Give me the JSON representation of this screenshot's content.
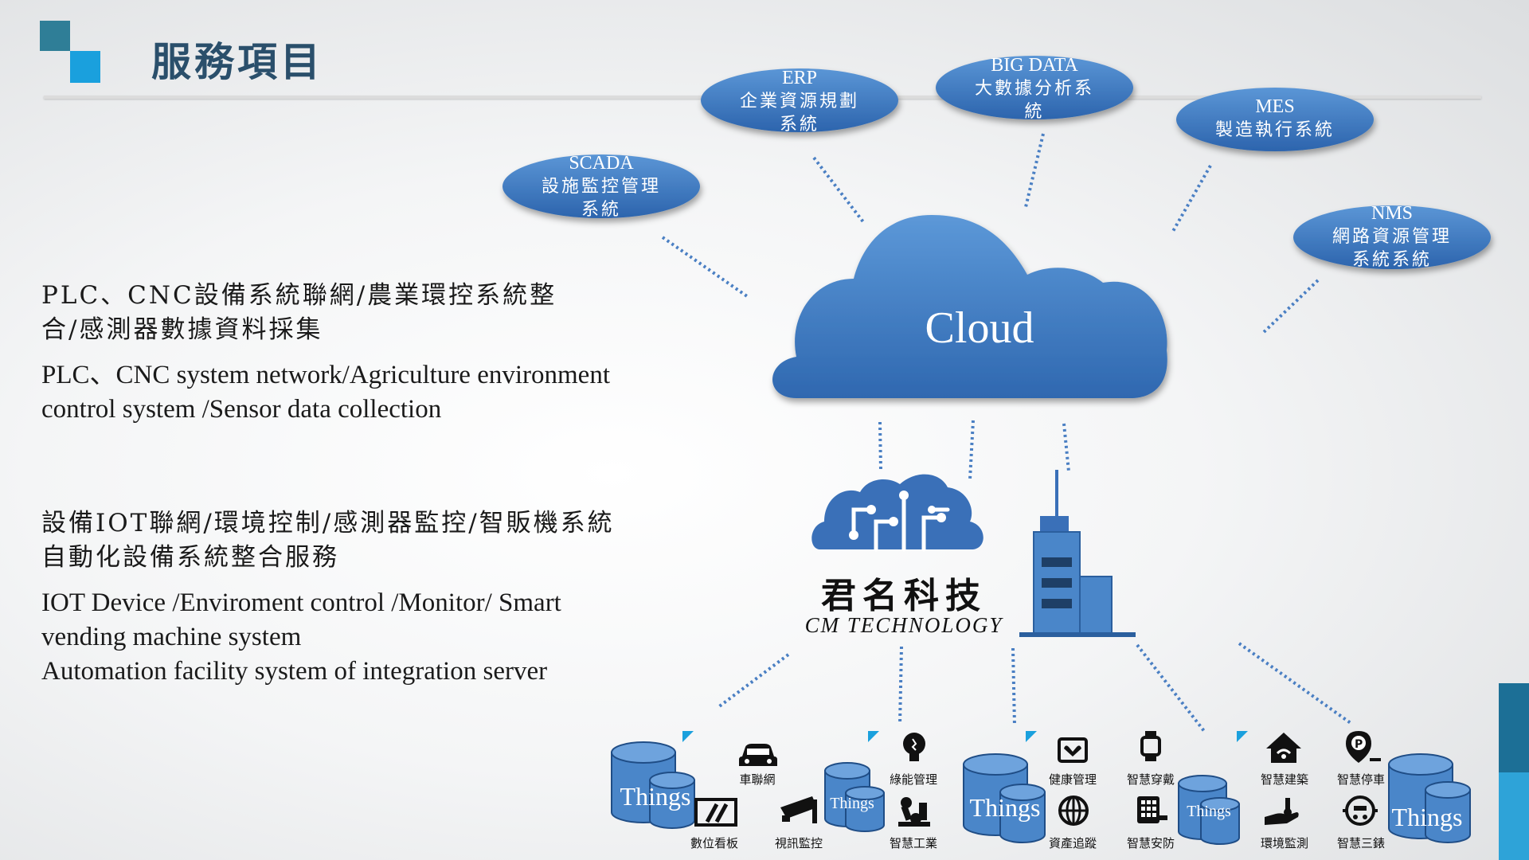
{
  "colors": {
    "accent_dark": "#2f7e97",
    "accent_light": "#1aa0dd",
    "node_fill": "#3f7cc4",
    "node_fill_light": "#5d97d6",
    "connector": "#4a7fc3",
    "title": "#2a4f6b"
  },
  "header": {
    "title": "服務項目"
  },
  "left_text": {
    "block1": {
      "cn_line1": "PLC、CNC設備系統聯網/農業環控系統整",
      "cn_line2": "合/感測器數據資料採集",
      "en_line1": "PLC、CNC system network/Agriculture environment",
      "en_line2": "control system /Sensor data collection"
    },
    "block2": {
      "cn_line1": "設備IOT聯網/環境控制/感測器監控/智販機系統",
      "cn_line2": "自動化設備系統整合服務",
      "en_line1": "IOT Device /Enviroment control /Monitor/ Smart",
      "en_line2": "vending machine system",
      "en_line3": "Automation facility system of integration server"
    }
  },
  "diagram": {
    "cloud_label": "Cloud",
    "systems": [
      {
        "en": "SCADA",
        "cn1": "設施監控管理",
        "cn2": "系統"
      },
      {
        "en": "ERP",
        "cn1": "企業資源規劃",
        "cn2": "系統"
      },
      {
        "en": "BIG DATA",
        "cn1": "大數據分析系",
        "cn2": "統"
      },
      {
        "en": "MES",
        "cn1": "製造執行系統",
        "cn2": ""
      },
      {
        "en": "NMS",
        "cn1": "網路資源管理",
        "cn2": "系統系統"
      }
    ],
    "brand": {
      "cn": "君名科技",
      "en": "CM TECHNOLOGY"
    },
    "things_label": "Things",
    "icons": [
      {
        "icon": "car-icon",
        "label": "車聯網"
      },
      {
        "icon": "digital-signage-icon",
        "label": "數位看板"
      },
      {
        "icon": "surveillance-camera-icon",
        "label": "視訊監控"
      },
      {
        "icon": "light-bulb-icon",
        "label": "綠能管理"
      },
      {
        "icon": "robot-arm-icon",
        "label": "智慧工業"
      },
      {
        "icon": "health-monitor-icon",
        "label": "健康管理"
      },
      {
        "icon": "globe-tracking-icon",
        "label": "資產追蹤"
      },
      {
        "icon": "smartwatch-icon",
        "label": "智慧穿戴"
      },
      {
        "icon": "security-keypad-icon",
        "label": "智慧安防"
      },
      {
        "icon": "smart-building-icon",
        "label": "智慧建築"
      },
      {
        "icon": "environment-hand-icon",
        "label": "環境監測"
      },
      {
        "icon": "parking-pin-icon",
        "label": "智慧停車"
      },
      {
        "icon": "smart-meter-icon",
        "label": "智慧三錶"
      }
    ]
  }
}
